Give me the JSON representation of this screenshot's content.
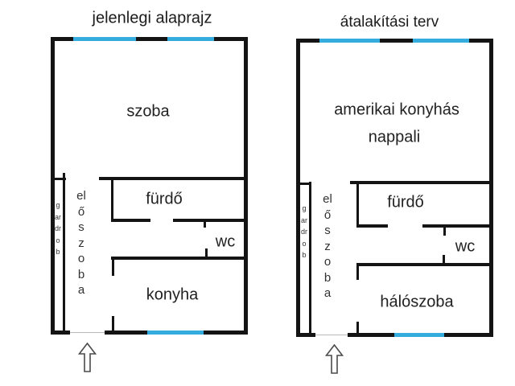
{
  "colors": {
    "wall": "#141414",
    "window": "#35acde",
    "door_opening": "#b9b9b9"
  },
  "plan_current": {
    "title": "jelenlegi alaprajz",
    "rooms": {
      "main": "szoba",
      "bathroom": "fürdő",
      "wc": "wc",
      "kitchen": "konyha",
      "hallway": "előszoba",
      "wardrobe": "gardrob"
    },
    "entrance_icon": "up-arrow"
  },
  "plan_renovation": {
    "title": "átalakítási terv",
    "rooms": {
      "main_line1": "amerikai konyhás",
      "main_line2": "nappali",
      "bathroom": "fürdő",
      "wc": "wc",
      "bedroom": "hálószoba",
      "hallway": "előszoba",
      "wardrobe": "gardrob"
    },
    "entrance_icon": "up-arrow"
  }
}
